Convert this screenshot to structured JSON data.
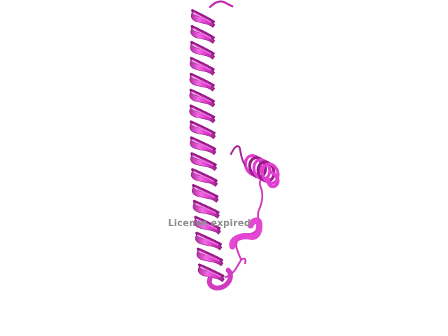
{
  "viewer": {
    "background_color": "#ffffff",
    "watermark_text": "License expired",
    "watermark_color": "#8f8f8f"
  },
  "structure": {
    "representation": "cartoon",
    "elements": [
      "long-helix",
      "connecting-loop",
      "short-helix"
    ],
    "colors": {
      "main": "#e23fd0",
      "light": "#f27ae6",
      "dark": "#9c1d8c",
      "shadow": "#7a1a6e"
    }
  }
}
